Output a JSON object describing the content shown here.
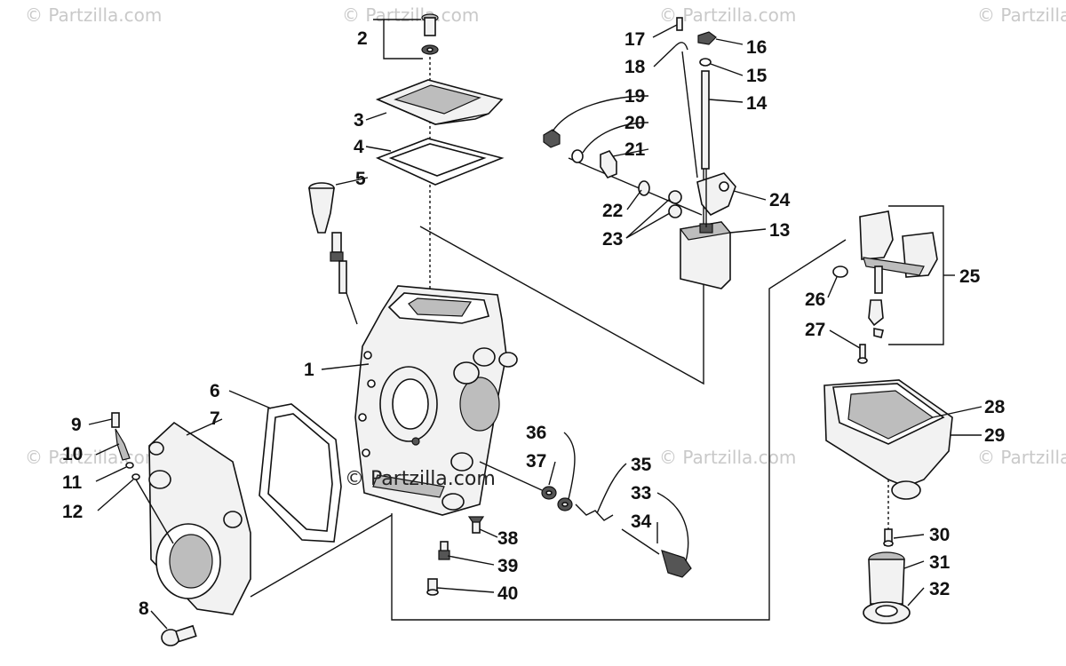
{
  "watermark": {
    "text": "© Partzilla.com",
    "center_text": "© Partzilla.com"
  },
  "callouts": [
    {
      "id": "2",
      "label": "2"
    },
    {
      "id": "3",
      "label": "3"
    },
    {
      "id": "4",
      "label": "4"
    },
    {
      "id": "5",
      "label": "5"
    },
    {
      "id": "1",
      "label": "1"
    },
    {
      "id": "6",
      "label": "6"
    },
    {
      "id": "7",
      "label": "7"
    },
    {
      "id": "9",
      "label": "9"
    },
    {
      "id": "10",
      "label": "10"
    },
    {
      "id": "11",
      "label": "11"
    },
    {
      "id": "12",
      "label": "12"
    },
    {
      "id": "8",
      "label": "8"
    },
    {
      "id": "17",
      "label": "17"
    },
    {
      "id": "16",
      "label": "16"
    },
    {
      "id": "18",
      "label": "18"
    },
    {
      "id": "15",
      "label": "15"
    },
    {
      "id": "14",
      "label": "14"
    },
    {
      "id": "19",
      "label": "19"
    },
    {
      "id": "20",
      "label": "20"
    },
    {
      "id": "21",
      "label": "21"
    },
    {
      "id": "22",
      "label": "22"
    },
    {
      "id": "24",
      "label": "24"
    },
    {
      "id": "23",
      "label": "23"
    },
    {
      "id": "13",
      "label": "13"
    },
    {
      "id": "25",
      "label": "25"
    },
    {
      "id": "26",
      "label": "26"
    },
    {
      "id": "27",
      "label": "27"
    },
    {
      "id": "28",
      "label": "28"
    },
    {
      "id": "29",
      "label": "29"
    },
    {
      "id": "36",
      "label": "36"
    },
    {
      "id": "35",
      "label": "35"
    },
    {
      "id": "37",
      "label": "37"
    },
    {
      "id": "33",
      "label": "33"
    },
    {
      "id": "34",
      "label": "34"
    },
    {
      "id": "38",
      "label": "38"
    },
    {
      "id": "39",
      "label": "39"
    },
    {
      "id": "40",
      "label": "40"
    },
    {
      "id": "30",
      "label": "30"
    },
    {
      "id": "31",
      "label": "31"
    },
    {
      "id": "32",
      "label": "32"
    }
  ]
}
